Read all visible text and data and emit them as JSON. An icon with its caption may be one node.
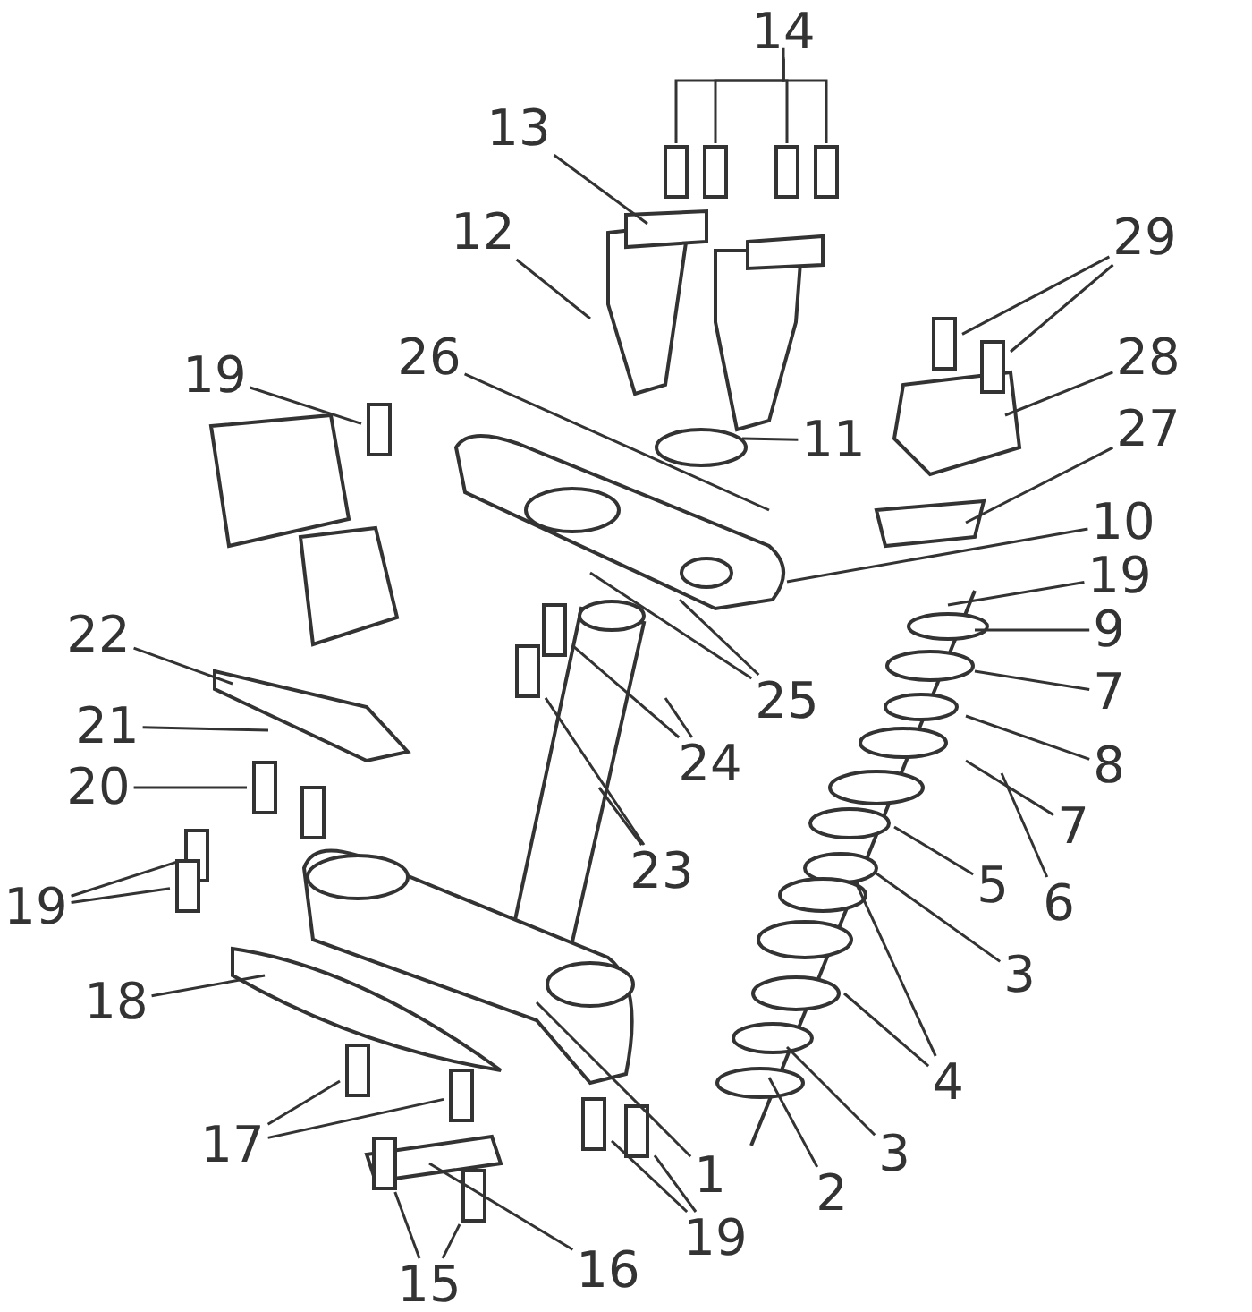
{
  "diagram": {
    "nodes": [
      {
        "text": [
          "14"
        ]
      },
      {
        "text": [
          "13"
        ]
      },
      {
        "text": [
          "12"
        ]
      },
      {
        "text": [
          "29"
        ]
      },
      {
        "text": [
          "19"
        ]
      },
      {
        "text": [
          "26"
        ]
      },
      {
        "text": [
          "11"
        ]
      },
      {
        "text": [
          "28"
        ]
      },
      {
        "text": [
          "27"
        ]
      },
      {
        "text": [
          "10"
        ]
      },
      {
        "text": [
          "19"
        ]
      },
      {
        "text": [
          "9"
        ]
      },
      {
        "text": [
          "22"
        ]
      },
      {
        "text": [
          "7"
        ]
      },
      {
        "text": [
          "25"
        ]
      },
      {
        "text": [
          "21"
        ]
      },
      {
        "text": [
          "8"
        ]
      },
      {
        "text": [
          "24"
        ]
      },
      {
        "text": [
          "20"
        ]
      },
      {
        "text": [
          "7"
        ]
      },
      {
        "text": [
          "23"
        ]
      },
      {
        "text": [
          "5"
        ]
      },
      {
        "text": [
          "6"
        ]
      },
      {
        "text": [
          "19"
        ]
      },
      {
        "text": [
          "3"
        ]
      },
      {
        "text": [
          "18"
        ]
      },
      {
        "text": [
          "4"
        ]
      },
      {
        "text": [
          "3"
        ]
      },
      {
        "text": [
          "17"
        ]
      },
      {
        "text": [
          "1"
        ]
      },
      {
        "text": [
          "2"
        ]
      },
      {
        "text": [
          "19"
        ]
      },
      {
        "text": [
          "15"
        ]
      },
      {
        "text": [
          "16"
        ]
      },
      {
        "text": [],
        "shape": "box"
      },
      {
        "text": [],
        "shape": "box"
      },
      {
        "text": [],
        "shape": "box"
      },
      {
        "text": [],
        "shape": "box"
      },
      {
        "text": [],
        "shape": "box"
      },
      {
        "text": [],
        "shape": "box"
      },
      {
        "text": [],
        "shape": "box"
      },
      {
        "text": [],
        "shape": "box"
      },
      {
        "text": [],
        "shape": "box"
      },
      {
        "text": [],
        "shape": "box"
      },
      {
        "text": [],
        "shape": "box"
      },
      {
        "text": [],
        "shape": "box"
      },
      {
        "text": [],
        "shape": "box"
      },
      {
        "text": [],
        "shape": "box"
      },
      {
        "text": [],
        "shape": "box"
      },
      {
        "text": [],
        "shape": "box"
      },
      {
        "text": [],
        "shape": "box"
      },
      {
        "text": [],
        "shape": "box"
      }
    ],
    "edges": [
      {
        "from": 0,
        "to": 34,
        "arrow": "none"
      },
      {
        "from": 0,
        "to": 35,
        "arrow": "none"
      },
      {
        "from": 0,
        "to": 36,
        "arrow": "none"
      },
      {
        "from": 0,
        "to": 37,
        "arrow": "none"
      },
      {
        "from": 1,
        "to": null,
        "arrow": "none"
      },
      {
        "from": 2,
        "to": null,
        "arrow": "none"
      },
      {
        "from": 3,
        "to": 38,
        "arrow": "none"
      },
      {
        "from": 3,
        "to": 39,
        "arrow": "none"
      },
      {
        "from": 4,
        "to": 40,
        "arrow": "none"
      },
      {
        "from": 5,
        "to": null,
        "arrow": "none"
      },
      {
        "from": 6,
        "to": null,
        "arrow": "none"
      },
      {
        "from": 7,
        "to": null,
        "arrow": "none"
      },
      {
        "from": 8,
        "to": null,
        "arrow": "none"
      },
      {
        "from": 9,
        "to": null,
        "arrow": "none"
      },
      {
        "from": 10,
        "to": null,
        "arrow": "none"
      },
      {
        "from": 11,
        "to": null,
        "arrow": "none"
      },
      {
        "from": 12,
        "to": null,
        "arrow": "none"
      },
      {
        "from": 13,
        "to": null,
        "arrow": "none"
      },
      {
        "from": 14,
        "to": null,
        "arrow": "none"
      },
      {
        "from": 14,
        "to": null,
        "arrow": "none"
      },
      {
        "from": 15,
        "to": null,
        "arrow": "none"
      },
      {
        "from": 16,
        "to": null,
        "arrow": "none"
      },
      {
        "from": 17,
        "to": null,
        "arrow": "none"
      },
      {
        "from": 17,
        "to": 41,
        "arrow": "none"
      },
      {
        "from": 18,
        "to": 42,
        "arrow": "none"
      },
      {
        "from": 19,
        "to": null,
        "arrow": "none"
      },
      {
        "from": 20,
        "to": 43,
        "arrow": "none"
      },
      {
        "from": 20,
        "to": null,
        "arrow": "none"
      },
      {
        "from": 21,
        "to": null,
        "arrow": "none"
      },
      {
        "from": 22,
        "to": null,
        "arrow": "none"
      },
      {
        "from": 23,
        "to": 44,
        "arrow": "none"
      },
      {
        "from": 23,
        "to": 45,
        "arrow": "none"
      },
      {
        "from": 24,
        "to": null,
        "arrow": "none"
      },
      {
        "from": 25,
        "to": null,
        "arrow": "none"
      },
      {
        "from": 26,
        "to": null,
        "arrow": "none"
      },
      {
        "from": 26,
        "to": null,
        "arrow": "none"
      },
      {
        "from": 27,
        "to": null,
        "arrow": "none"
      },
      {
        "from": 28,
        "to": 46,
        "arrow": "none"
      },
      {
        "from": 28,
        "to": 47,
        "arrow": "none"
      },
      {
        "from": 29,
        "to": null,
        "arrow": "none"
      },
      {
        "from": 30,
        "to": null,
        "arrow": "none"
      },
      {
        "from": 31,
        "to": 48,
        "arrow": "none"
      },
      {
        "from": 31,
        "to": 49,
        "arrow": "none"
      },
      {
        "from": 32,
        "to": 50,
        "arrow": "none"
      },
      {
        "from": 32,
        "to": 51,
        "arrow": "none"
      },
      {
        "from": 33,
        "to": null,
        "arrow": "none"
      }
    ]
  }
}
